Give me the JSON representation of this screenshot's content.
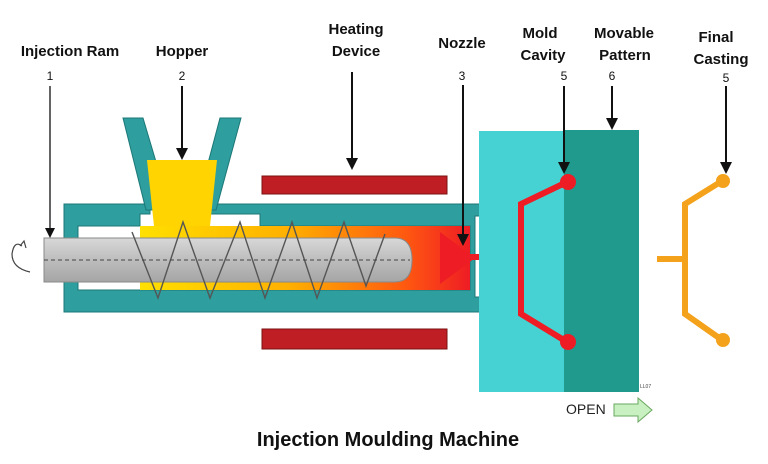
{
  "labels": {
    "injection_ram": {
      "text": "Injection Ram",
      "number": "1"
    },
    "hopper": {
      "text": "Hopper",
      "number": "2"
    },
    "heating_device": {
      "line1": "Heating",
      "line2": "Device"
    },
    "nozzle": {
      "text": "Nozzle",
      "number": "3"
    },
    "mold_cavity": {
      "line1": "Mold",
      "line2": "Cavity",
      "number": "5"
    },
    "movable_pattern": {
      "line1": "Movable",
      "line2": "Pattern",
      "number": "6"
    },
    "final_casting": {
      "line1": "Final",
      "line2": "Casting",
      "number": "5"
    }
  },
  "open_label": "OPEN",
  "footer_code": "LL07",
  "title": "Injection Moulding Machine",
  "colors": {
    "barrel": "#2e9e9e",
    "fixed_mold": "#46d2d2",
    "movable_mold": "#1f9a8c",
    "heater": "#bf1f24",
    "cavity": "#ee1c24",
    "casting": "#f4a21b",
    "hopper_material": "#ffd400",
    "screw": "#b8b8b8",
    "open_arrow": "#c8f0c0"
  }
}
